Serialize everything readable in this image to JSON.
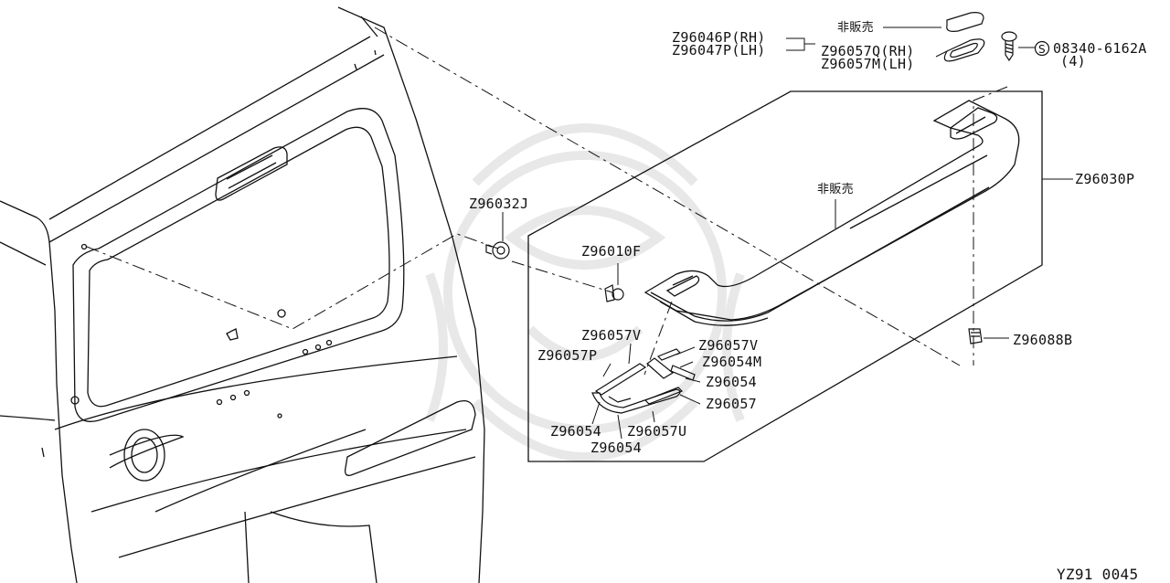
{
  "parts": {
    "z96046p_rh": "Z96046P(RH)",
    "z96047p_lh": "Z96047P(LH)",
    "not_sold_top": "非販売",
    "z96057q_rh": "Z96057Q(RH)",
    "z96057m_lh": "Z96057M(LH)",
    "bolt": "08340-6162A",
    "bolt_qty": "(4)",
    "z96030p": "Z96030P",
    "not_sold_spoiler": "非販売",
    "z96032j": "Z96032J",
    "z96010f": "Z96010F",
    "z96088b": "Z96088B",
    "z96057v_left": "Z96057V",
    "z96057p": "Z96057P",
    "z96057v_right": "Z96057V",
    "z96054m": "Z96054M",
    "z96054_right": "Z96054",
    "z96057": "Z96057",
    "z96054_left": "Z96054",
    "z96057u": "Z96057U",
    "z96054_bottom": "Z96054"
  },
  "footer": {
    "diagram_code": "YZ91 0045"
  },
  "symbols": {
    "s_mark": "S"
  },
  "icons": {
    "screw": "screw-icon",
    "clip": "clip-icon",
    "grommet": "grommet-icon",
    "pad": "pad-icon"
  }
}
